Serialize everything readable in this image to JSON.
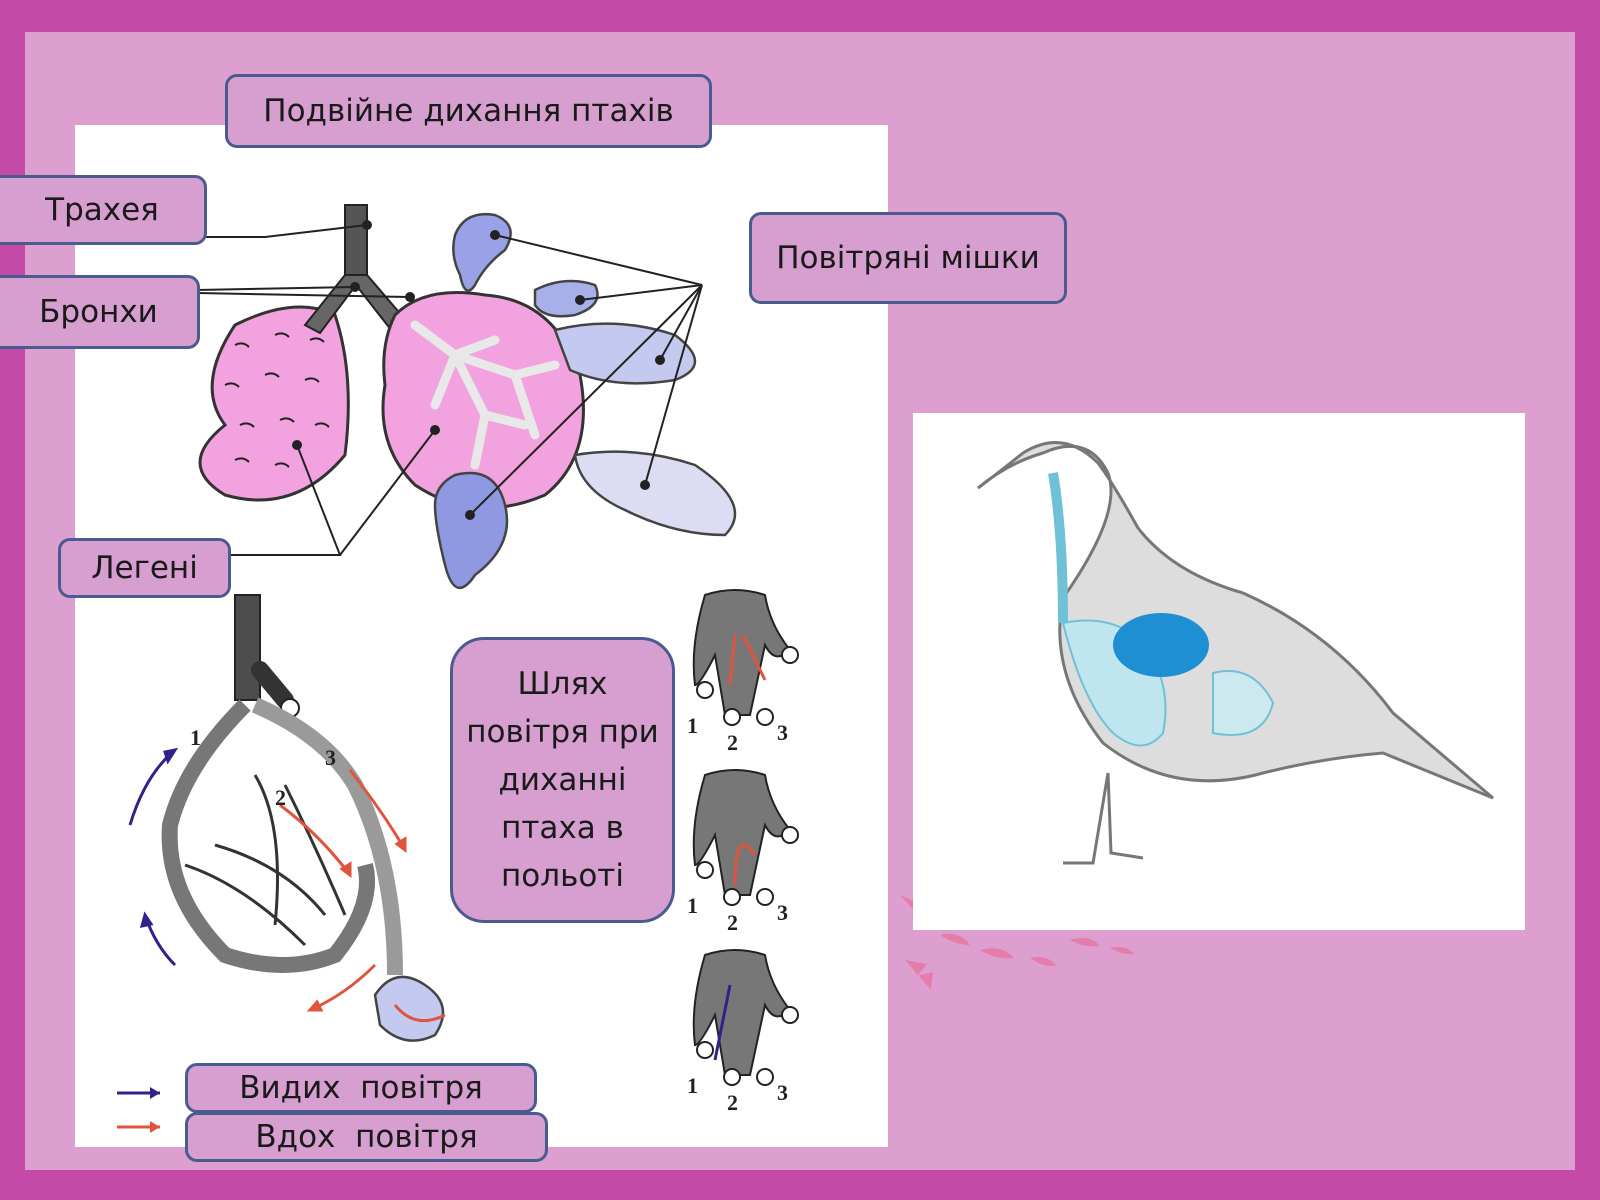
{
  "labels": {
    "title": "Подвійне дихання птахів",
    "trachea": "Трахея",
    "bronchi": "Бронхи",
    "air_sacs": "Повітряні мішки",
    "lungs": "Легені",
    "airflow_path": "Шлях повітря при диханні птаха в польоті",
    "exhale": "Видих  повітря",
    "inhale": "Вдох  повітря"
  },
  "colors": {
    "frame": "#c44aa8",
    "slide": "#dc9fd0",
    "label_fill": "#d79fd0",
    "label_border": "#4a5b8f",
    "exhale_arrow": "#30228a",
    "inhale_arrow": "#e0533e"
  }
}
